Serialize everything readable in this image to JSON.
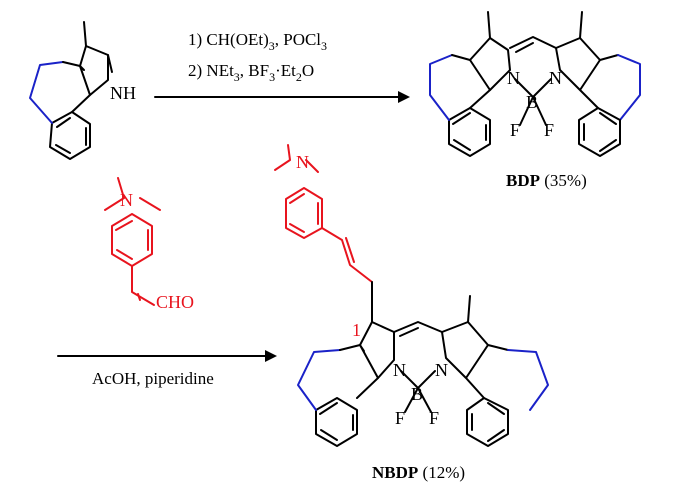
{
  "colors": {
    "bond": "#000000",
    "linker": "#1a22c8",
    "added": "#e8141e"
  },
  "reaction1": {
    "step1_prefix": "1) CH(OEt)",
    "step1_sub": "3",
    "step1_suffix": ", POCl",
    "step1_sub2": "3",
    "step2_prefix": "2) NEt",
    "step2_sub": "3",
    "step2_mid": ", BF",
    "step2_sub2": "3",
    "step2_dot": "·",
    "step2_suffix": "Et",
    "step2_sub3": "2",
    "step2_tail": "O"
  },
  "reaction2": {
    "conditions": "AcOH, piperidine"
  },
  "atoms": {
    "nh": "NH",
    "n": "N",
    "b": "B",
    "f": "F",
    "f2": "F",
    "n_dimethyl": "N",
    "cho": "CHO",
    "position": "1"
  },
  "products": {
    "bdp_name": "BDP",
    "bdp_yield": "(35%)",
    "nbdp_name": "NBDP",
    "nbdp_yield": "(12%)"
  }
}
